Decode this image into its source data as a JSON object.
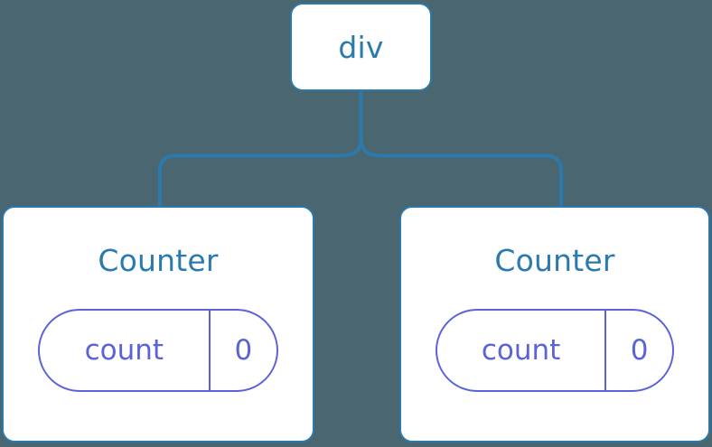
{
  "diagram": {
    "type": "component-tree",
    "background_color": "#4a6670",
    "node_border_color": "#2a7aad",
    "node_fill_color": "#ffffff",
    "node_text_color": "#2a7aad",
    "state_color": "#5c63d8",
    "connector_color": "#2a7aad",
    "root": {
      "label": "div"
    },
    "children": [
      {
        "label": "Counter",
        "state": {
          "key": "count",
          "value": "0"
        }
      },
      {
        "label": "Counter",
        "state": {
          "key": "count",
          "value": "0"
        }
      }
    ]
  }
}
